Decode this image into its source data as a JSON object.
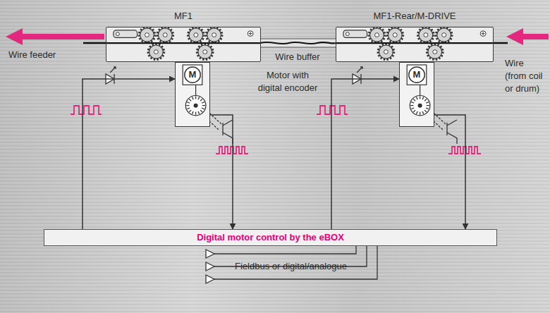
{
  "diagram": {
    "nodes": [
      {
        "text": [
          "MF1"
        ]
      },
      {
        "text": [
          "MF1-Rear/M-DRIVE"
        ]
      },
      {
        "text": [
          "M"
        ]
      },
      {
        "text": [
          "M"
        ]
      },
      {
        "text": [
          "Digital motor control by the eBOX"
        ]
      }
    ],
    "edges": [
      {
        "from": 4,
        "to": 2,
        "arrow": "to"
      },
      {
        "from": 2,
        "to": 4,
        "arrow": "to"
      },
      {
        "from": 4,
        "to": 3,
        "arrow": "to"
      },
      {
        "from": 3,
        "to": 4,
        "arrow": "to"
      }
    ],
    "labels": [
      "Wire feeder",
      "Wire buffer",
      "Wire (from coil or drum)",
      "Motor with digital encoder",
      "Fieldbus or digital/analogue"
    ]
  }
}
